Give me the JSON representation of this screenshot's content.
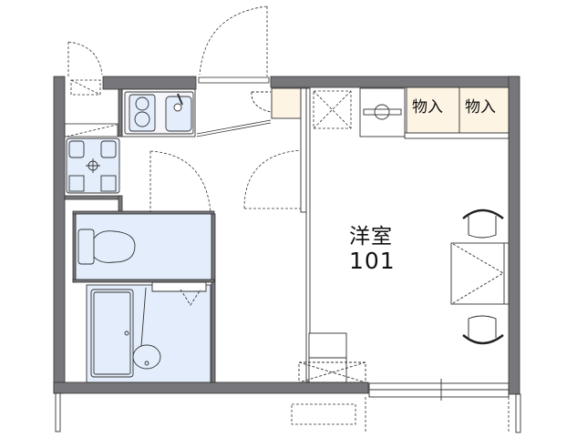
{
  "floorplan": {
    "room": {
      "name": "洋室",
      "number": "101"
    },
    "closets": [
      {
        "label": "物入"
      },
      {
        "label": "物入"
      }
    ],
    "colors": {
      "wall": "#77777b",
      "wet_area": "#e3edfb",
      "closet": "#fdf4e3",
      "line": "#222222"
    }
  }
}
